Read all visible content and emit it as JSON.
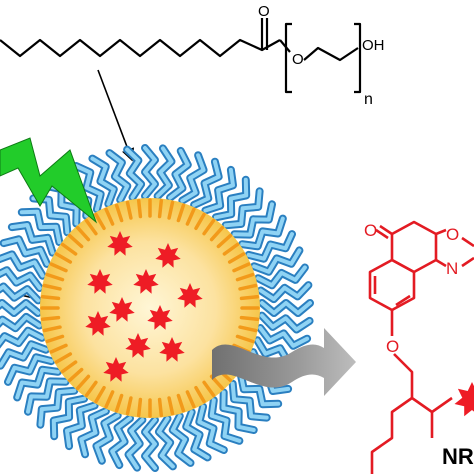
{
  "surfactant": {
    "carbonyl_o": "O",
    "ester_o": "O",
    "hydroxyl": "OH",
    "repeat_n": "n"
  },
  "dye": {
    "ketone_o": "O",
    "ring_o": "O",
    "ring_n": "N",
    "ether_o": "O",
    "label_partial": "NR"
  },
  "colors": {
    "shell": "#58b8e8",
    "core": "#f6c64a",
    "star": "#ee1c25",
    "lightning": "#22cc2a",
    "dye": "#e31b23",
    "arrow": "#8a8a8a"
  },
  "icons": [
    "lightning-icon",
    "wavy-arrow-icon",
    "star-icon"
  ]
}
